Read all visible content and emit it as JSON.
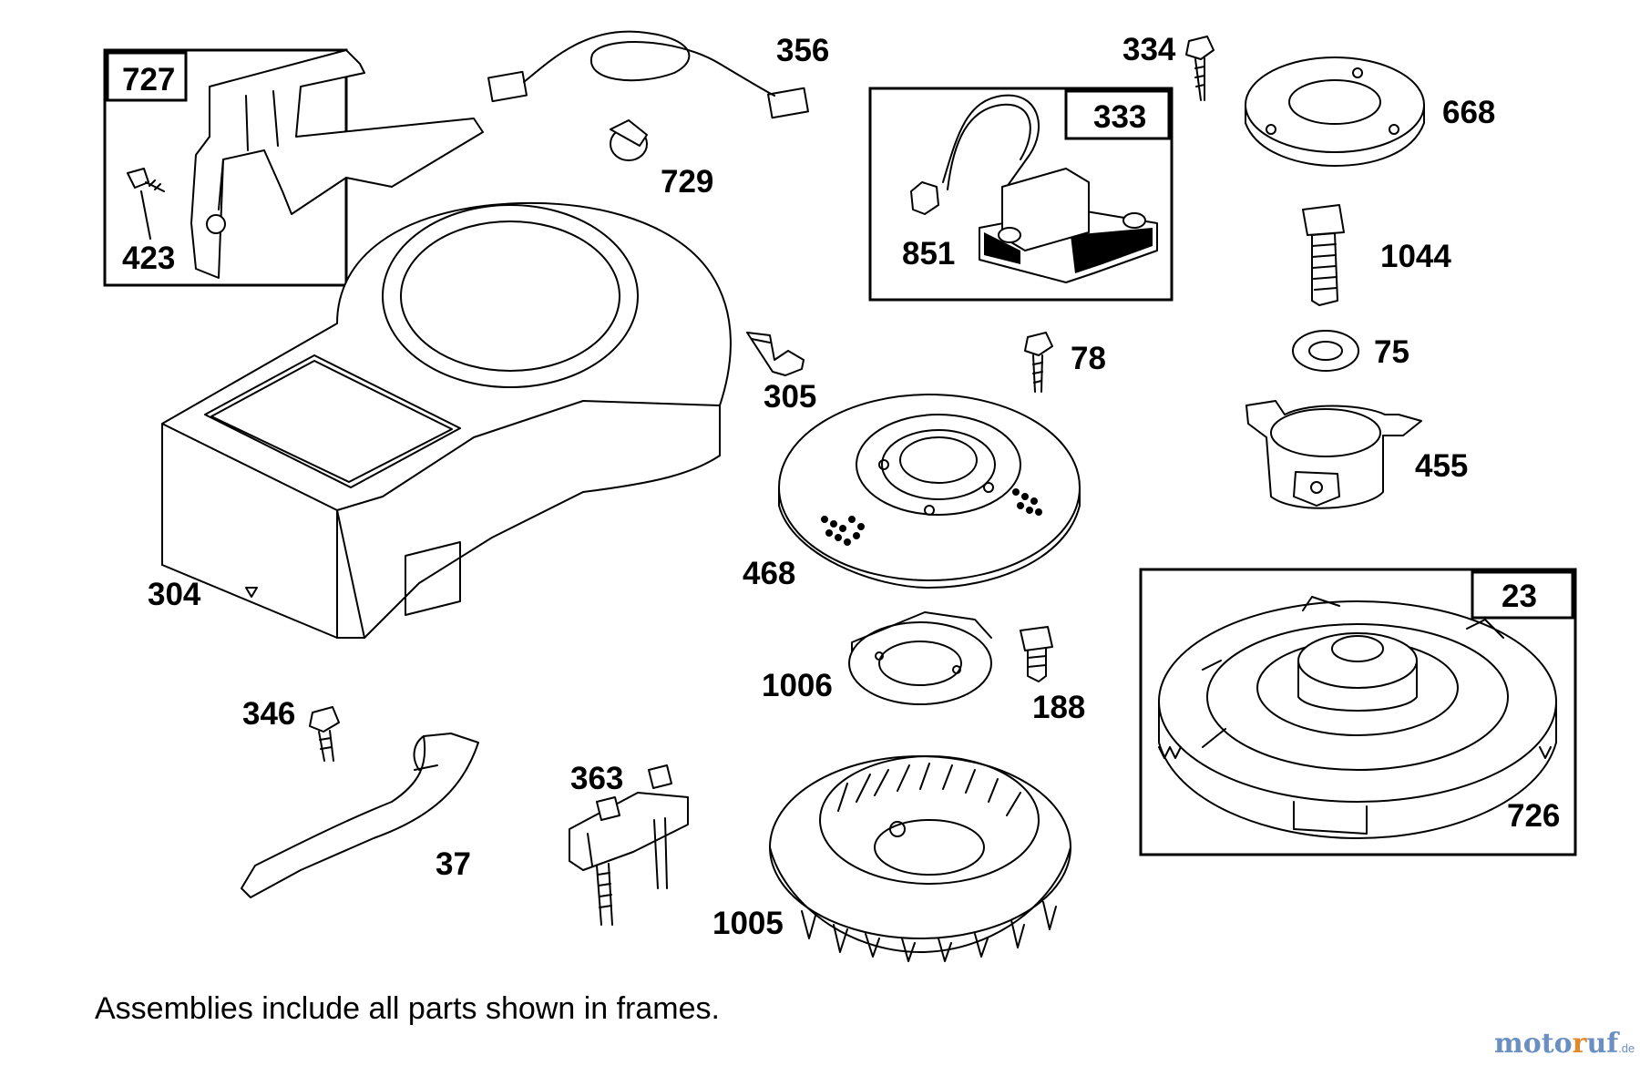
{
  "parts": {
    "p727": "727",
    "p423": "423",
    "p356": "356",
    "p729": "729",
    "p334": "334",
    "p333": "333",
    "p668": "668",
    "p851": "851",
    "p1044": "1044",
    "p305": "305",
    "p78": "78",
    "p75": "75",
    "p455": "455",
    "p468": "468",
    "p304": "304",
    "p23": "23",
    "p1006": "1006",
    "p188": "188",
    "p346": "346",
    "p363": "363",
    "p37": "37",
    "p1005": "1005",
    "p726": "726"
  },
  "footnote": "Assemblies include all parts shown in frames.",
  "watermark": {
    "part1": "moto",
    "part2": "r",
    "part3": "uf",
    "domain": ".de"
  }
}
